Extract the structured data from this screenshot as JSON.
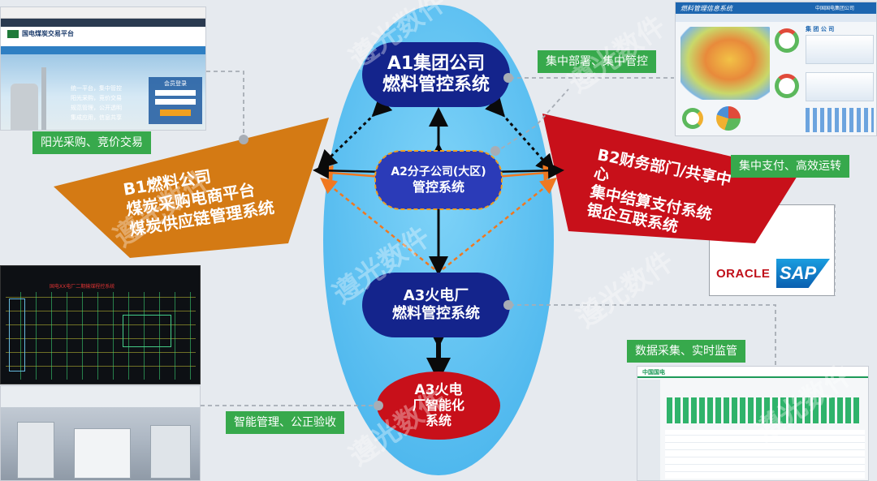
{
  "nodes": {
    "a1": {
      "line1": "A1集团公司",
      "line2": "燃料管控系统"
    },
    "a2": {
      "line1": "A2分子公司(大区)",
      "line2": "管控系统"
    },
    "a3_plant": {
      "line1": "A3火电厂",
      "line2": "燃料管控系统"
    },
    "a3_smart": {
      "line1": "A3火电",
      "line2": "厂智能化",
      "line3": "系统"
    },
    "b1": {
      "line1": "B1燃料公司",
      "line2": "煤炭采购电商平台",
      "line3": "煤炭供应链管理系统"
    },
    "b2": {
      "line1": "B2财务部门/共享中",
      "line2": "心",
      "line3": "集中结算支付系统",
      "line4": "银企互联系统"
    }
  },
  "tags": {
    "top_left": "阳光采购、竞价交易",
    "top_right": "集中部署、集中管控",
    "mid_right": "集中支付、高效运转",
    "bottom_right": "数据采集、实时监管",
    "bottom_left": "智能管理、公正验收"
  },
  "logos": {
    "oracle": "ORACLE",
    "sap": "SAP"
  },
  "screenshots": {
    "coal_trade": {
      "title": "国电煤炭交易平台",
      "login": "会员登录",
      "items": [
        "统一平台，集中管控",
        "阳光采购，竞价交易",
        "规范管理，公开透明",
        "集成应用，信息共享"
      ]
    },
    "fuel_mgmt": {
      "title": "燃料管理信息系统",
      "company": "中国国电集团公司",
      "panel": "集 团 公 司"
    },
    "dcs": {
      "title": "国电XX电厂二期输煤程控系统"
    },
    "monitor": {
      "title": "中国国电"
    }
  },
  "watermark": "遵光数件",
  "colors": {
    "ellipse": "#5cc2f2",
    "node_blue": "#14248c",
    "node_red": "#c8101a",
    "b1": "#d47a14",
    "b2": "#c8101a",
    "tag": "#37a94c",
    "arrow": "#0a0a0a",
    "dash_orange": "#f07820"
  }
}
